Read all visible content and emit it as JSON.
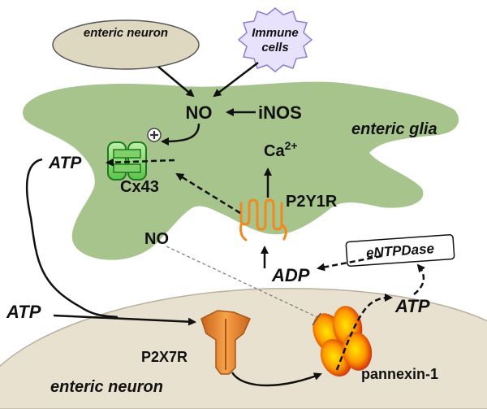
{
  "labels": {
    "enteric_neuron_top": "enteric neuron",
    "immune_line1": "Immune",
    "immune_line2": "cells",
    "no_center": "NO",
    "inos": "iNOS",
    "enteric_glia": "enteric glia",
    "atp_left": "ATP",
    "ca": "Ca",
    "ca_sup": "2+",
    "cx43": "Cx43",
    "p2y1r": "P2Y1R",
    "no_left": "NO",
    "entpdase": "eNTPDase",
    "adp": "ADP",
    "atp_bottom_left": "ATP",
    "atp_right": "ATP",
    "p2x7r": "P2X7R",
    "pannexin": "pannexin-1",
    "enteric_neuron_bottom": "enteric neuron"
  },
  "colors": {
    "glia": "#a7c48d",
    "neuron_body": "#e9e1cf",
    "neuron_top": "#ded8c1",
    "immune": "#e8e2fc",
    "p2y1r": "#f08a1e",
    "p2x7r": "#ee8f36",
    "cx43": "#2e9e2c"
  }
}
